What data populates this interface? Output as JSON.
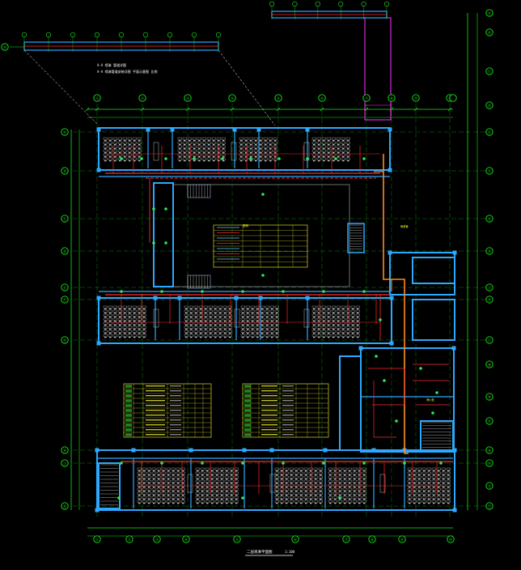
{
  "drawing": {
    "title": "二层喷淋平面图",
    "scale": "1:100",
    "note_line_1": "A-A  喷淋 管道详图",
    "note_line_2": "A-A 喷淋管道安装详图 平面示意图 比例",
    "legend_label": "图例",
    "right_callout_1": "喷淋管",
    "right_callout_2": "消火栓"
  },
  "grid_top": [
    "①",
    "②",
    "③",
    "④",
    "⑤",
    "⑥",
    "⑦",
    "⑧",
    "⑨",
    "⑩",
    "⑪",
    "⑫"
  ],
  "grid_bottom": [
    "①",
    "②",
    "③",
    "④",
    "⑤",
    "⑥",
    "⑦",
    "⑧",
    "⑨",
    "⑩",
    "⑪"
  ],
  "grid_left": [
    "Ⓐ",
    "Ⓑ",
    "Ⓒ",
    "Ⓓ",
    "Ⓔ",
    "Ⓕ",
    "Ⓖ",
    "Ⓗ",
    "Ⓙ",
    "Ⓚ"
  ],
  "grid_right": [
    "Ⓐ",
    "Ⓑ",
    "Ⓒ",
    "Ⓓ",
    "Ⓔ",
    "Ⓕ",
    "Ⓖ",
    "Ⓗ",
    "Ⓙ",
    "Ⓚ",
    "Ⓛ",
    "Ⓜ",
    "Ⓝ",
    "Ⓟ",
    "Ⓠ",
    "Ⓡ",
    "Ⓢ",
    "Ⓣ"
  ],
  "colors": {
    "background": "#000000",
    "wall": "#2ea8ff",
    "grid": "#19e619",
    "sprinkler_pipe": "#ff2a2a",
    "main_pipe": "#ff8a1a",
    "desk": "#b8b8b8",
    "text": "#ffffff",
    "table_text": "#ffff33",
    "magenta": "#ff33ff"
  }
}
